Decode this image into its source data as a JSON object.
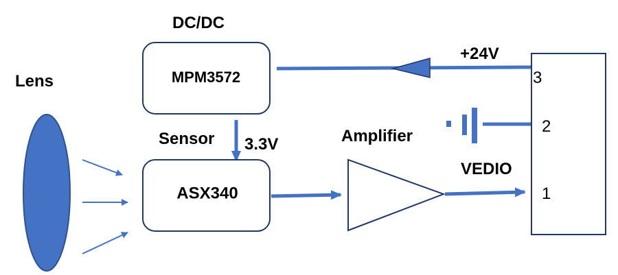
{
  "labels": {
    "lens": "Lens",
    "dcdc": "DC/DC",
    "mpm": "MPM3572",
    "sensor": "Sensor",
    "v33": "3.3V",
    "asx": "ASX340",
    "amplifier": "Amplifier",
    "v24": "+24V",
    "pin3": "3",
    "pin2": "2",
    "pin1": "1",
    "vedio": "VEDIO"
  },
  "colors": {
    "accent": "#4472C4",
    "outline": "#1F3864",
    "text": "#000000"
  }
}
